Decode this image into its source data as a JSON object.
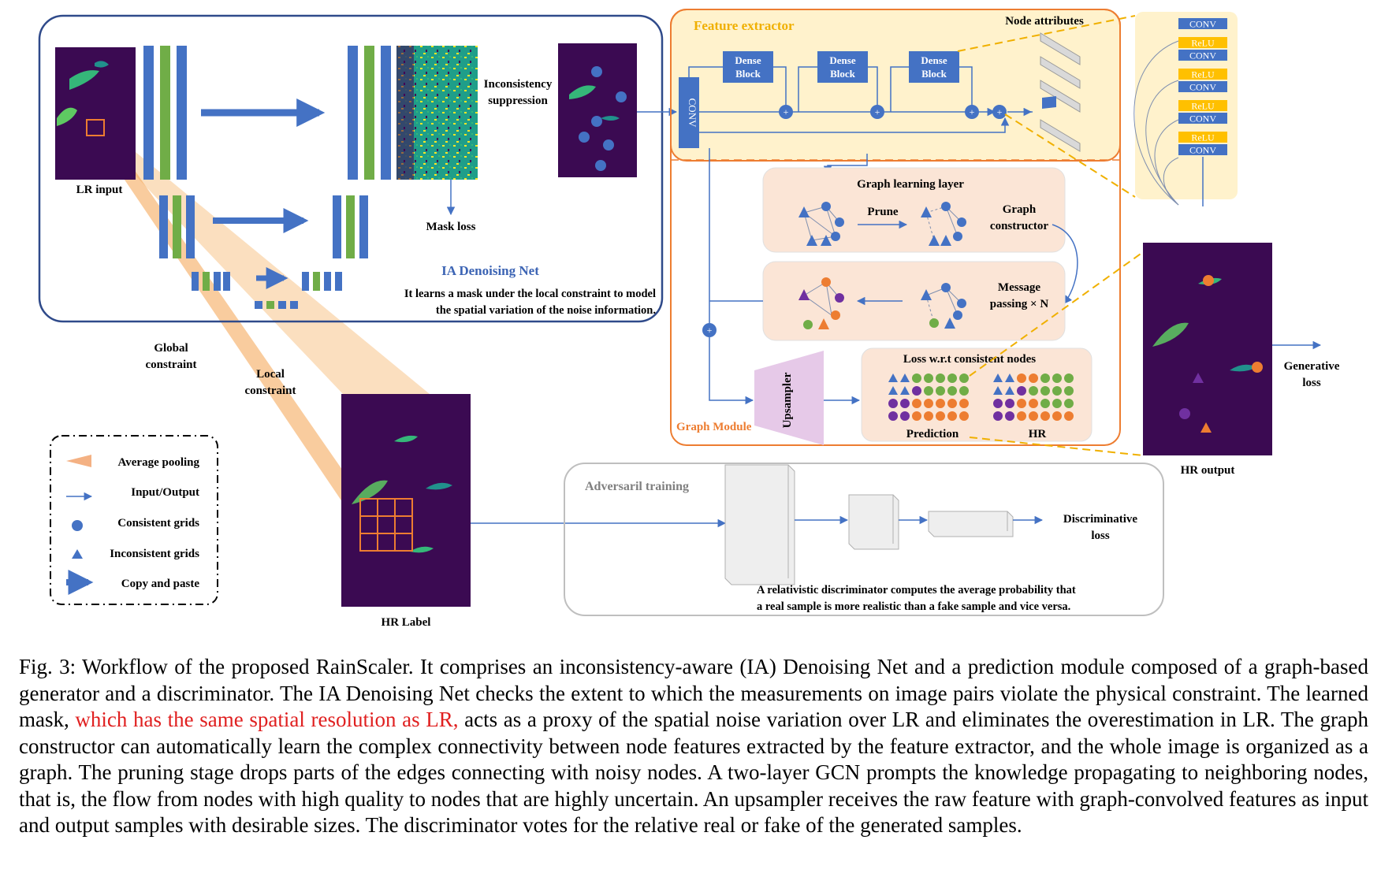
{
  "denoise": {
    "lr_input": "LR input",
    "suppression_1": "Inconsistency",
    "suppression_2": "suppression",
    "mask_loss": "Mask loss",
    "net_title": "IA Denoising Net",
    "desc_1": "It learns a mask under the local constraint to model",
    "desc_2": "the spatial variation of the noise information."
  },
  "constraints": {
    "global_1": "Global",
    "global_2": "constraint",
    "local_1": "Local",
    "local_2": "constraint"
  },
  "hr_label": "HR Label",
  "legend": {
    "items": [
      "Average pooling",
      "Input/Output",
      "Consistent grids",
      "Inconsistent grids",
      "Copy and paste"
    ]
  },
  "feature": {
    "title": "Feature extractor",
    "node_attributes": "Node attributes",
    "conv": "CONV",
    "dense_1": "Dense",
    "dense_2": "Block"
  },
  "stack": [
    "CONV",
    "ReLU",
    "CONV",
    "ReLU",
    "CONV",
    "ReLU",
    "CONV",
    "ReLU",
    "CONV"
  ],
  "graph": {
    "title": "Graph Module",
    "learning_layer": "Graph learning layer",
    "prune": "Prune",
    "constructor_1": "Graph",
    "constructor_2": "constructor",
    "message_1": "Message",
    "message_2": "passing × N",
    "upsampler": "Upsampler",
    "loss_title": "Loss w.r.t consistent nodes",
    "prediction": "Prediction",
    "hr": "HR"
  },
  "output": {
    "hr_output": "HR output",
    "generative_1": "Generative",
    "generative_2": "loss"
  },
  "adversarial": {
    "title": "Adversaril training",
    "disc_loss_1": "Discriminative",
    "disc_loss_2": "loss",
    "desc_1": "A relativistic discriminator computes the average probability that",
    "desc_2": "a real sample is more realistic than a fake sample and vice versa."
  },
  "caption": {
    "part1": "Fig. 3: Workflow of the proposed RainScaler. It comprises an inconsistency-aware (IA) Denoising Net and a prediction module composed of a graph-based generator and a discriminator. The IA Denoising Net checks the extent to which the measurements on image pairs violate the physical constraint. The learned mask, ",
    "highlight": "which has the same spatial resolution as LR,",
    "part2": " acts as a proxy of the spatial noise variation over LR and eliminates the overestimation in LR. The graph constructor can automatically learn the complex connectivity between node features extracted by the feature extractor, and the whole image is organized as a graph. The pruning stage drops parts of the edges connecting with noisy nodes. A two-layer GCN prompts the knowledge propagating to neighboring nodes, that is, the flow from nodes with high quality to nodes that are highly uncertain. An upsampler receives the raw feature with graph-convolved features as input and output samples with desirable sizes. The discriminator votes for the relative real or fake of the generated samples."
  },
  "colors": {
    "blue": "#4472c4",
    "green": "#70ad47",
    "orange": "#ed7d31",
    "purple": "#7030a0",
    "radar_bg": "#3b0a52",
    "peach": "#fbe5d6",
    "cream": "#fff2cc"
  }
}
